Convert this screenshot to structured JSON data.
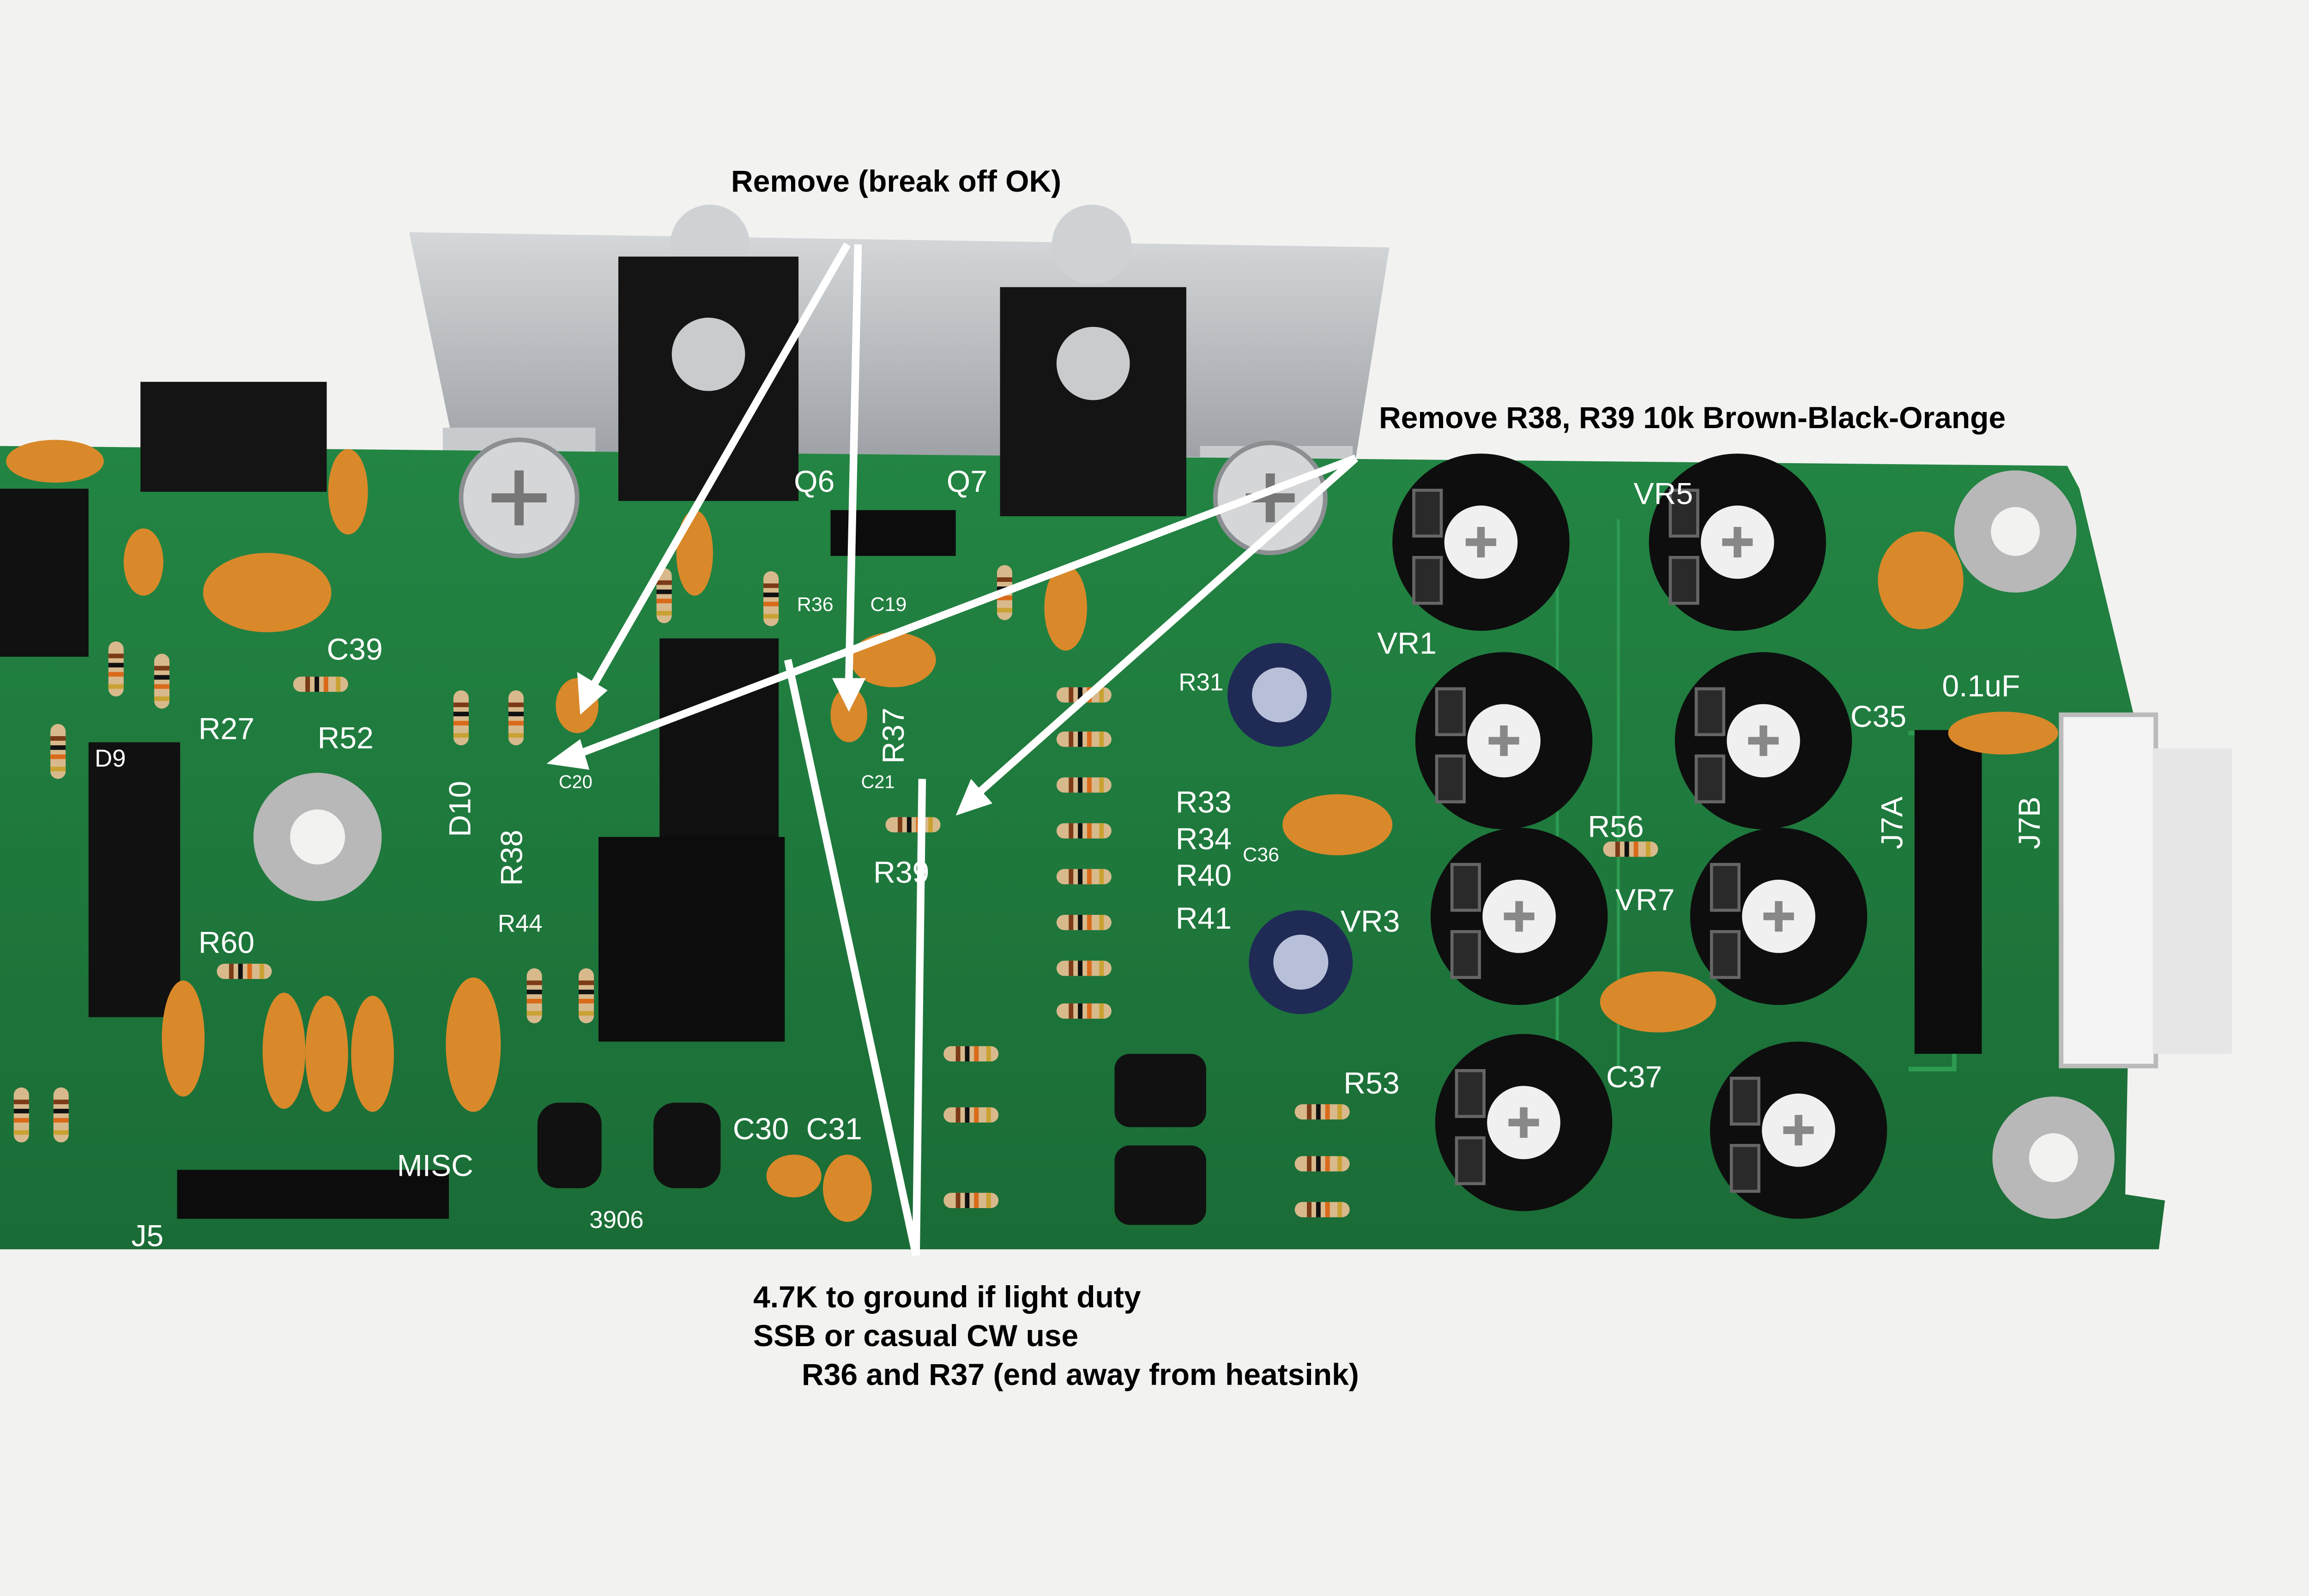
{
  "annotations": {
    "remove_break_off": "Remove (break off OK)",
    "remove_r38_r39": "Remove R38, R39 10k Brown-Black-Orange",
    "light_duty": {
      "line1": "4.7K to ground if light duty",
      "line2": "SSB or casual CW use",
      "line3": "R36 and R37 (end away from heatsink)"
    }
  },
  "silkscreen": {
    "q6": "Q6",
    "q7": "Q7",
    "r36": "R36",
    "r37": "R37",
    "r38": "R38",
    "r39": "R39",
    "r27": "R27",
    "r52": "R52",
    "c39": "C39",
    "c20": "C20",
    "c21": "C21",
    "c19": "C19",
    "r33": "R33",
    "r34": "R34",
    "r40": "R40",
    "r41": "R41",
    "r31": "R31",
    "r56": "R56",
    "r53": "R53",
    "r60": "R60",
    "r44": "R44",
    "vr1": "VR1",
    "vr5": "VR5",
    "vr3": "VR3",
    "vr7": "VR7",
    "c35": "C35",
    "c37": "C37",
    "c30": "C30",
    "c31": "C31",
    "c36": "C36",
    "j7a": "J7A",
    "j7b": "J7B",
    "j5": "J5",
    "d9": "D9",
    "d10": "D10",
    "cap_value": "0.1uF",
    "misc": "MISC",
    "q3906": "3906"
  },
  "colors": {
    "background": "#f2f2f0",
    "pcb": "#1f7a3e",
    "pcb_trace": "#2d9a52",
    "heatsink": "#b9bcbf",
    "capacitor": "#d9892a",
    "resistor_body": "#d8b98c",
    "trimmer": "#111111",
    "arrow": "#ffffff"
  },
  "icons": [
    "arrow-icon",
    "screw-icon",
    "mounting-hole-icon",
    "trimmer-pot-icon",
    "connector-icon"
  ]
}
